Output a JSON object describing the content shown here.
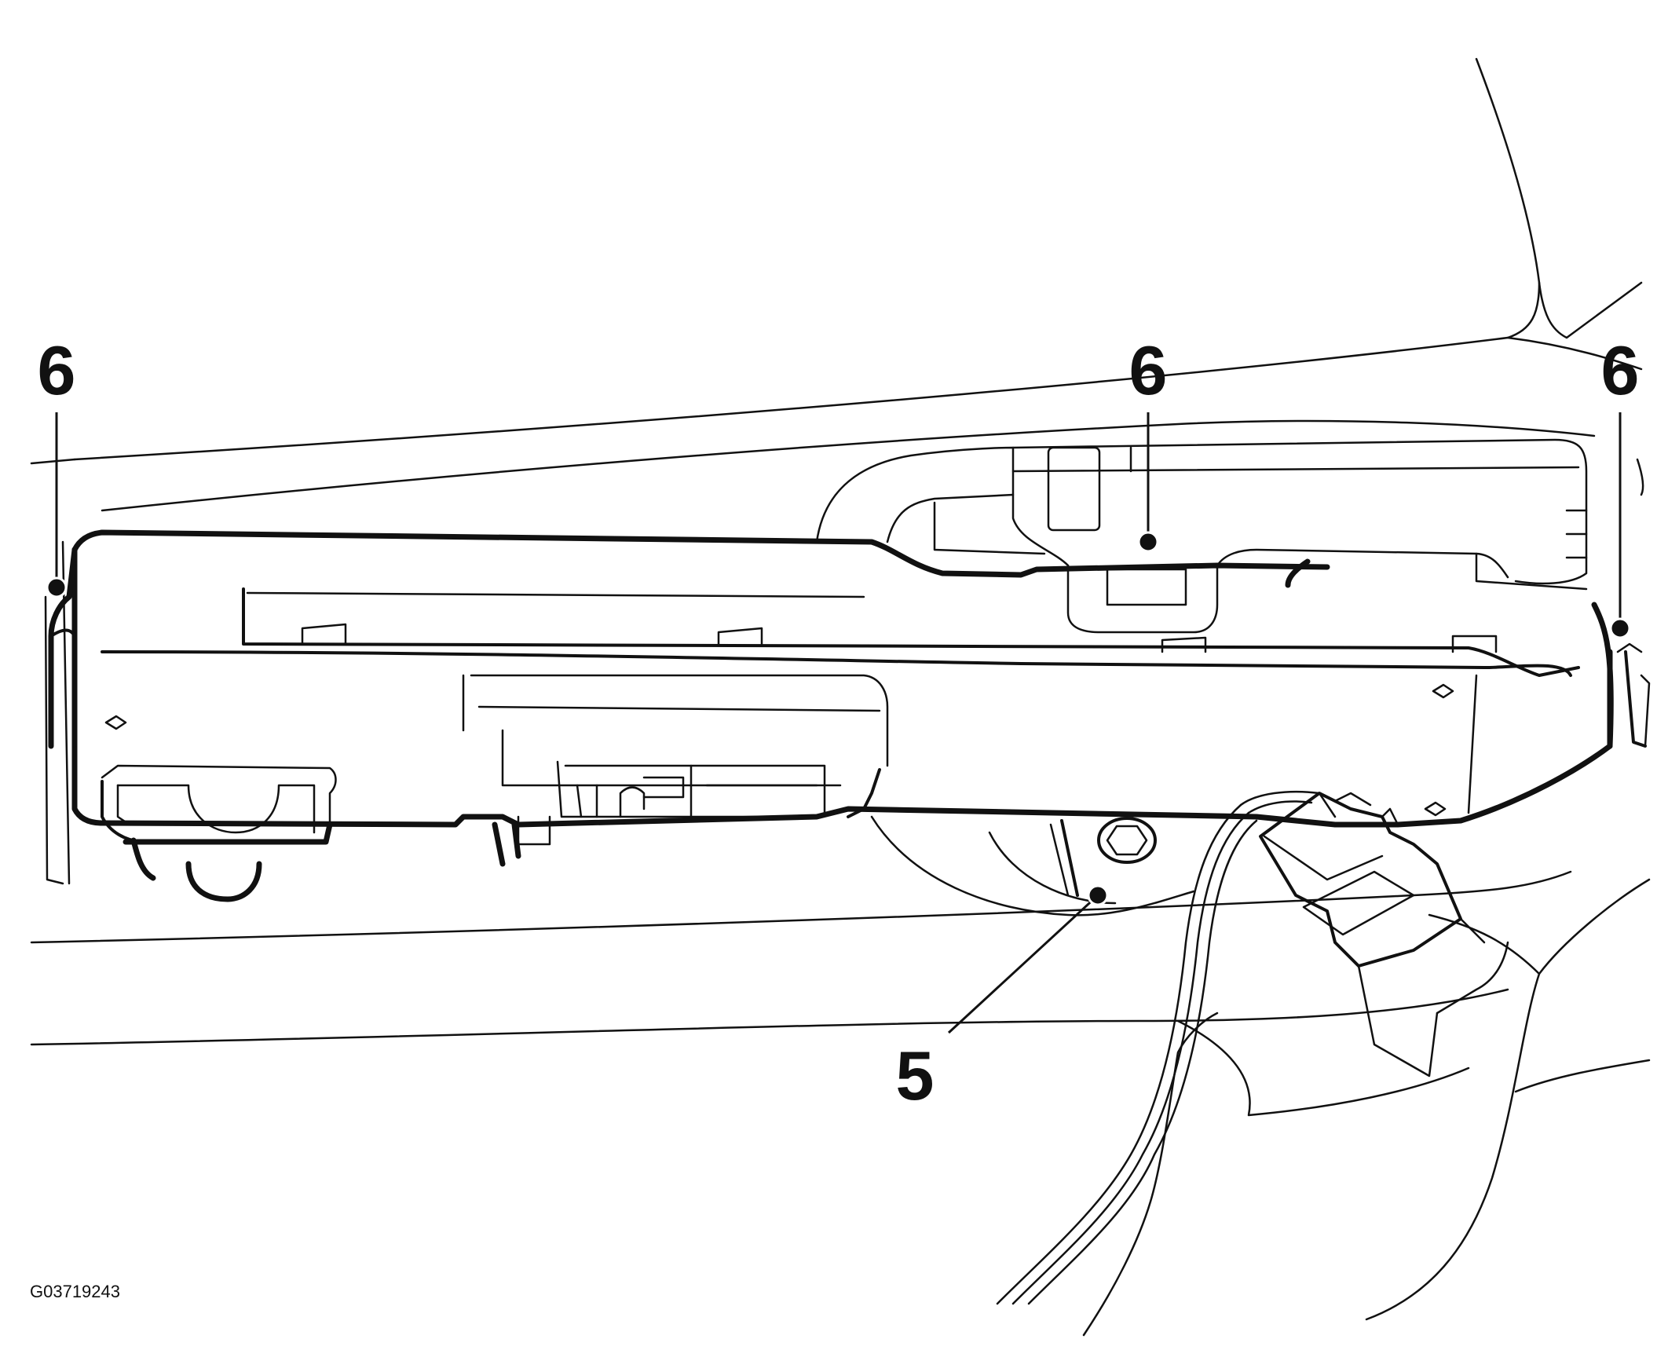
{
  "callouts": [
    {
      "id": "callout-6-left",
      "label": "6"
    },
    {
      "id": "callout-6-center",
      "label": "6"
    },
    {
      "id": "callout-6-right",
      "label": "6"
    },
    {
      "id": "callout-5",
      "label": "5"
    }
  ],
  "figure_id": "G03719243"
}
